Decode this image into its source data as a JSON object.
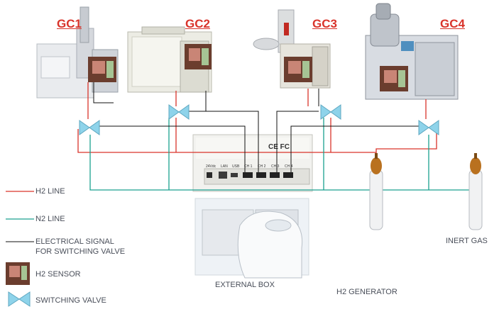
{
  "gc_labels": [
    "GC1",
    "GC2",
    "GC3",
    "GC4"
  ],
  "legend": {
    "h2_line": "H2 LINE",
    "n2_line": "N2 LINE",
    "electrical_line1": "ELECTRICAL SIGNAL",
    "electrical_line2": "FOR SWITCHING VALVE",
    "h2_sensor": "H2 SENSOR",
    "switching_valve": "SWITCHING VALVE"
  },
  "components": {
    "external_box": "EXTERNAL BOX",
    "h2_generator": "H2 GENERATOR",
    "inert_gas": "INERT GAS"
  },
  "box_ports": [
    "24Vdc",
    "LAN",
    "USB",
    "CH 1",
    "CH 2",
    "CH 3",
    "CH 4"
  ],
  "box_marking": "CE FC",
  "colors": {
    "gc_label": "#d9342b",
    "h2_line": "#d9342b",
    "n2_line": "#1aa08f",
    "signal_line": "#111111",
    "valve": "#8ed3ea",
    "text": "#4a4f5a"
  }
}
